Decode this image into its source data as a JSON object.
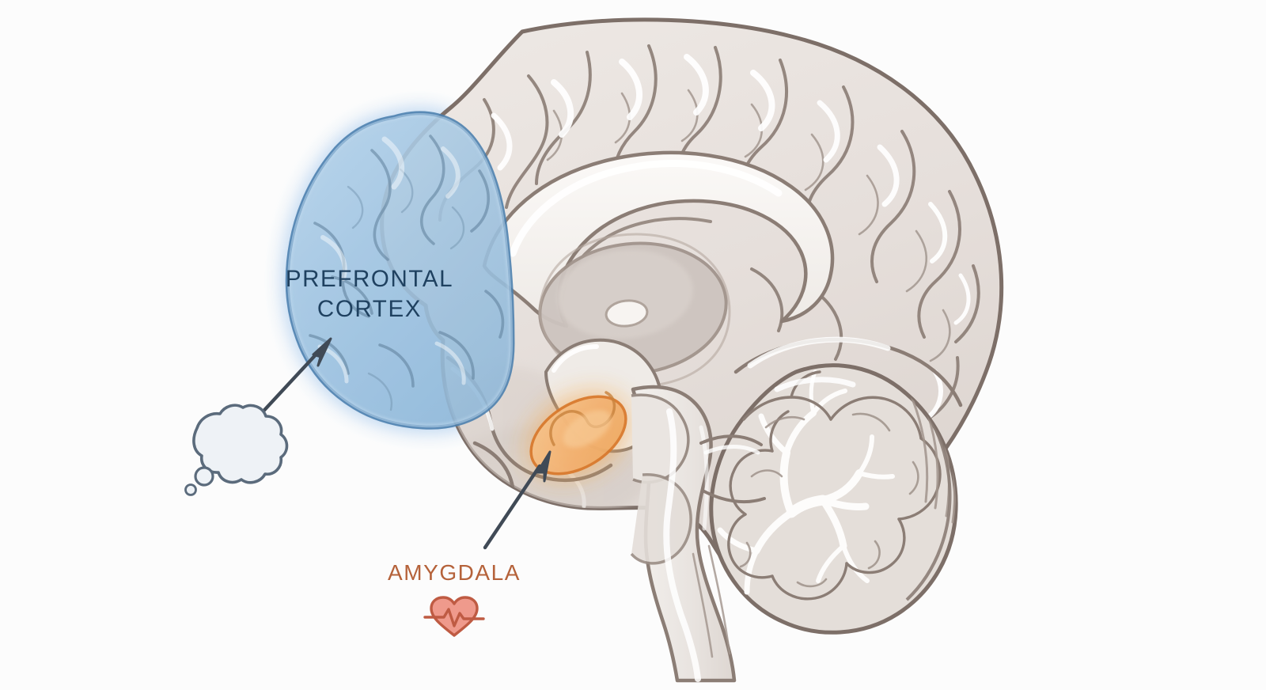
{
  "figure": {
    "type": "anatomical-diagram",
    "subject": "human brain midsagittal section",
    "background_color": "#fcfcfc"
  },
  "annotations": {
    "prefrontal": {
      "label_line1": "PREFRONTAL",
      "label_line2": "CORTEX",
      "text_color": "#1f4160",
      "region_fill": "#9dc2e0",
      "region_stroke": "#4a7fae",
      "glow_color": "#7fb4e8",
      "icon_name": "thought-bubble-icon"
    },
    "amygdala": {
      "label": "AMYGDALA",
      "text_color": "#b5623a",
      "region_fill": "#f5b979",
      "region_stroke": "#d9792c",
      "glow_color": "#f0a44f",
      "icon_name": "heartbeat-icon",
      "icon_fill": "#ef9a8c",
      "icon_stroke": "#bf5b43"
    }
  },
  "anatomy": {
    "cortex_fill": "#e6dfdb",
    "cortex_stroke": "#7d6f68",
    "inner_fill": "#f2efec",
    "deep_fill": "#cdc4bf",
    "highlight": "#ffffff",
    "parts": [
      "cerebral cortex",
      "corpus callosum",
      "thalamus",
      "cerebellum",
      "brainstem",
      "amygdala",
      "prefrontal cortex"
    ]
  },
  "pointers": {
    "prefrontal_arrow": "arrow from thought bubble up-right into prefrontal cortex",
    "amygdala_arrow": "arrow from amygdala label up-right into amygdala"
  }
}
